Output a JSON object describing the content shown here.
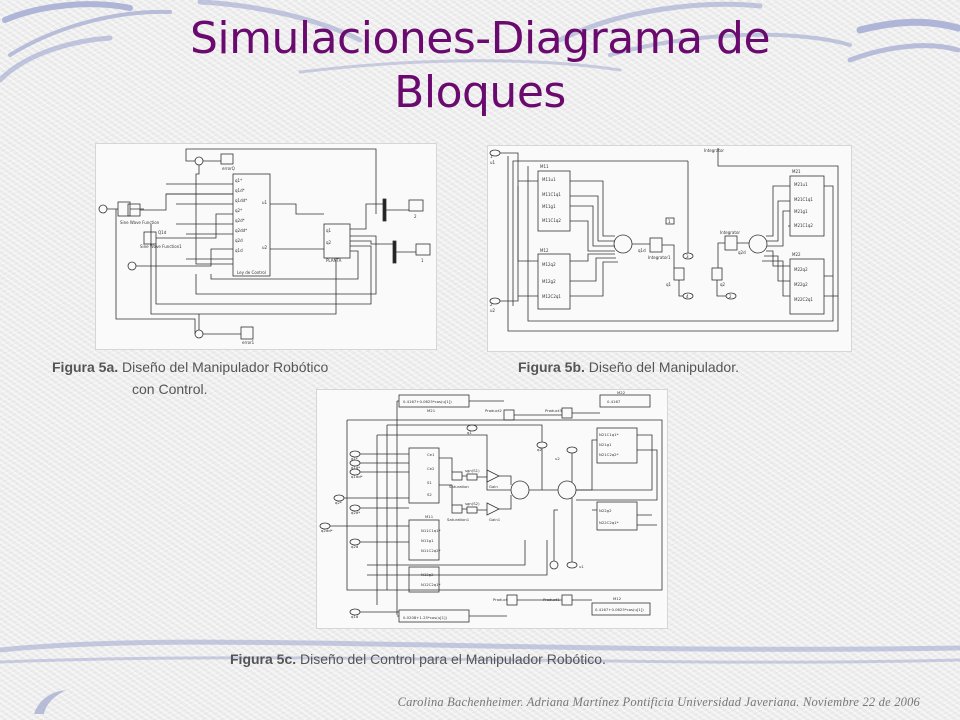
{
  "slide": {
    "title": "Simulaciones-Diagrama de Bloques",
    "footer": "Carolina Bachenheimer. Adriana Martínez Pontificia Universidad Javeriana. Noviembre 22 de 2006"
  },
  "figures": {
    "a": {
      "caption_bold": "Figura 5a.",
      "caption_text": " Diseño del Manipulador Robótico",
      "caption_line2": "con Control.",
      "labels": {
        "sine": "Sine Wave Function",
        "sine1": "Sine Wave Function1",
        "q1d": "Q1d",
        "errq": "errorQ",
        "ley": "Ley de Control",
        "planta": "PLANTA",
        "err1": "error1",
        "in_q1": "q1",
        "in_q2": "q2",
        "ports_left": [
          "q1*",
          "q1d*",
          "q1dd*",
          "q2*",
          "q2d*",
          "q2dd*",
          "q2d",
          "q1d"
        ],
        "out_u1": "u1",
        "out_u2": "u2",
        "scope_2": "2",
        "scope_1": "1"
      }
    },
    "b": {
      "caption_bold": "Figura 5b.",
      "caption_text": " Diseño del Manipulador.",
      "labels": {
        "in1": "1",
        "in1b": "u1",
        "in2": "2",
        "in2b": "u2",
        "m11": "M11",
        "m11_ports": [
          "M11u1",
          "M11C1q1",
          "M11g1",
          "M11C1q2"
        ],
        "m12": "M12",
        "m12_ports": [
          "M12q2",
          "M12g2",
          "M12C2q1"
        ],
        "m21": "M21",
        "m21_ports": [
          "M21u1",
          "M21C1q1",
          "M21g1",
          "M21C1q2"
        ],
        "m22": "M22",
        "m22_ports": [
          "M22q2",
          "M22g2",
          "M22C2q1"
        ],
        "integrator": "Integrator",
        "integrator1": "Integrator1",
        "int_top": "Integrator",
        "q1": "q1",
        "q2": "q2",
        "q1d": "q1d",
        "q2d": "q2d",
        "out3": "3",
        "out4": "4",
        "out1": "1",
        "out2": "2"
      }
    },
    "c": {
      "caption_bold": "Figura 5c.",
      "caption_text": " Diseño del Control para el Manipulador Robótico.",
      "labels": {
        "top_expr": "0.4167+0.0625*cos(u[1])",
        "m21": "M21",
        "m22": "M22",
        "m22_val": "0.4167",
        "product2": "Product2",
        "product3": "Product3",
        "product": "Product",
        "product1": "Product1",
        "m11": "M11",
        "m12": "M12",
        "bot_expr": "0.0208+1.25*cos(u[1])",
        "bot_expr2": "0.4167+0.0625*cos(u[1])",
        "saturation": "Saturation",
        "saturation1": "Saturation1",
        "gain": "Gain",
        "gain1": "Gain1",
        "sgn": "sgn(S1)",
        "sgn1": "sgn(S2)",
        "n21_ports": [
          "N21C1q1*",
          "N21g1",
          "N21C2q2*"
        ],
        "n22_ports": [
          "N22g2",
          "N22C2q1*"
        ],
        "n11_ports": [
          "N11C1q1*",
          "N11g1",
          "N11C2q2*"
        ],
        "n12_ports": [
          "N12g2",
          "N12C2q1*"
        ],
        "ce1": "Ce1",
        "ce2": "Ce2",
        "s1": "S1",
        "s2": "S2",
        "u1": "u1",
        "u2": "u2",
        "ins": [
          "q1*",
          "q1d*",
          "q1dd*",
          "q2*",
          "q2d*",
          "q2dd*",
          "q2d",
          "q1d",
          "q1",
          "q2"
        ]
      }
    }
  }
}
